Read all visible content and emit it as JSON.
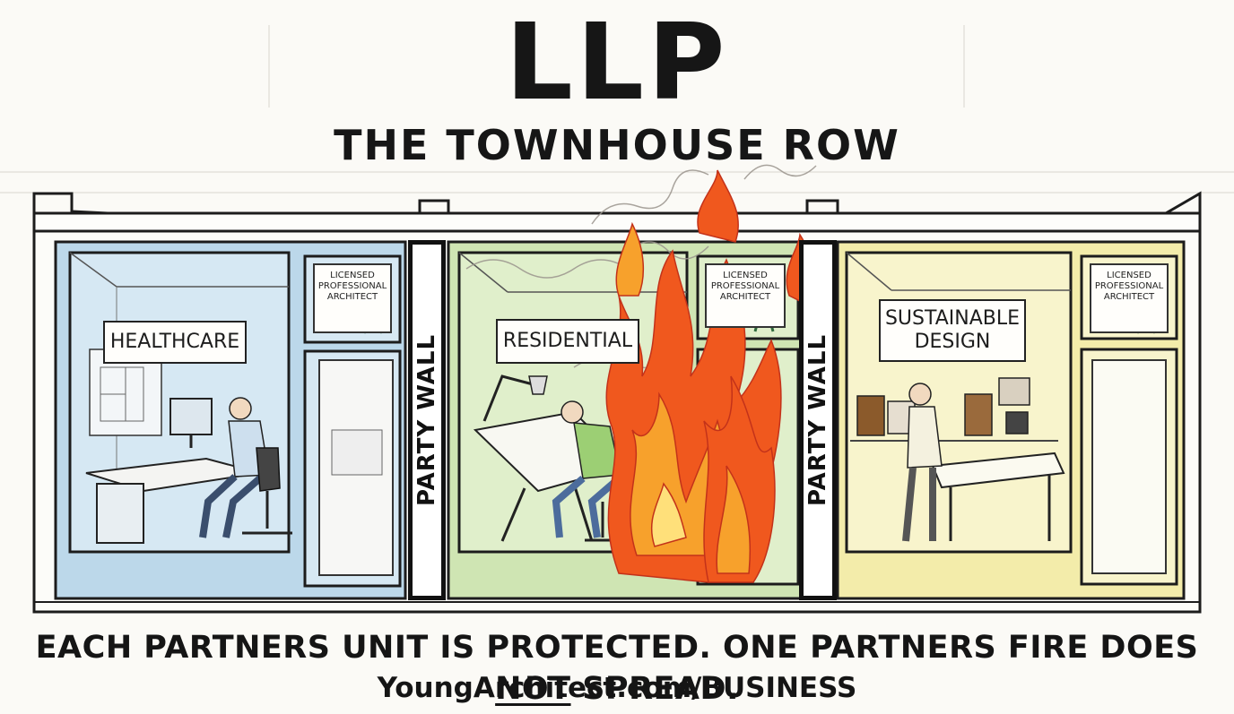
{
  "title": "LLP",
  "subtitle": "THE TOWNHOUSE ROW",
  "units": [
    {
      "label": "HEALTHCARE",
      "color": "#bcd8ea"
    },
    {
      "label": "RESIDENTIAL",
      "color": "#cfe5b3"
    },
    {
      "label_line1": "SUSTAINABLE",
      "label_line2": "DESIGN",
      "color": "#f3ecaa"
    }
  ],
  "certificate": {
    "line1": "LICENSED",
    "line2": "PROFESSIONAL",
    "line3": "ARCHITECT"
  },
  "party_wall": "PARTY WALL",
  "caption": {
    "before": "EACH PARTNERS UNIT IS PROTECTED. ONE PARTNERS FIRE DOES ",
    "emphasis": "NOT",
    "after": " SPREAD."
  },
  "url": "YoungArchitect.com/BUSINESS",
  "colors": {
    "fire": "#f0581e",
    "ink": "#161616"
  }
}
